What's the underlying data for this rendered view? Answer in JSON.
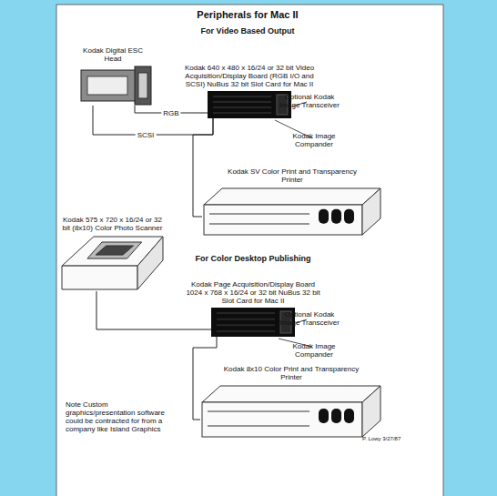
{
  "diagram": {
    "title": "Peripherals for Mac II",
    "nodes": [
      {
        "text": [
          "Kodak Digital ESC Head"
        ]
      },
      {
        "text": [
          "Kodak 640 x 480 x 16/24 or 32 bit Video Acquisition/Display Board (RGB I/O and SCSI) NuBus 32 bit Slot Card for Mac II"
        ]
      },
      {
        "text": [
          "Kodak SV Color Print and Transparency Printer"
        ]
      },
      {
        "text": [
          "Kodak 575 x 720 x 16/24 or 32 bit (8x10) Color Photo Scanner"
        ]
      },
      {
        "text": [
          "Kodak Page Acquisition/Display Board 1024 x 768 x 16/24 or 32 bit NuBus 32 bit Slot Card for Mac II"
        ]
      },
      {
        "text": [
          "Kodak 8x10 Color Print and Transparency Printer"
        ]
      }
    ],
    "edges": [
      {
        "from": 0,
        "to": 1,
        "label": "RGB",
        "arrow": "none"
      },
      {
        "from": 0,
        "to": 1,
        "label": "SCSI",
        "arrow": "none"
      },
      {
        "from": 1,
        "to": 2,
        "arrow": "none"
      },
      {
        "from": 3,
        "to": 4,
        "arrow": "none"
      },
      {
        "from": 4,
        "to": 5,
        "arrow": "none"
      }
    ],
    "labels": [
      "For Video Based Output",
      "Optional Kodak Image Transceiver",
      "Kodak Image Compander",
      "For Color Desktop Publishing",
      "Optional Kodak Image Transceiver",
      "Kodak Image Compander",
      "Note Custom graphics/presentation software could be contracted for from a company like Island Graphics",
      "P. Lowy 3/27/87"
    ]
  }
}
